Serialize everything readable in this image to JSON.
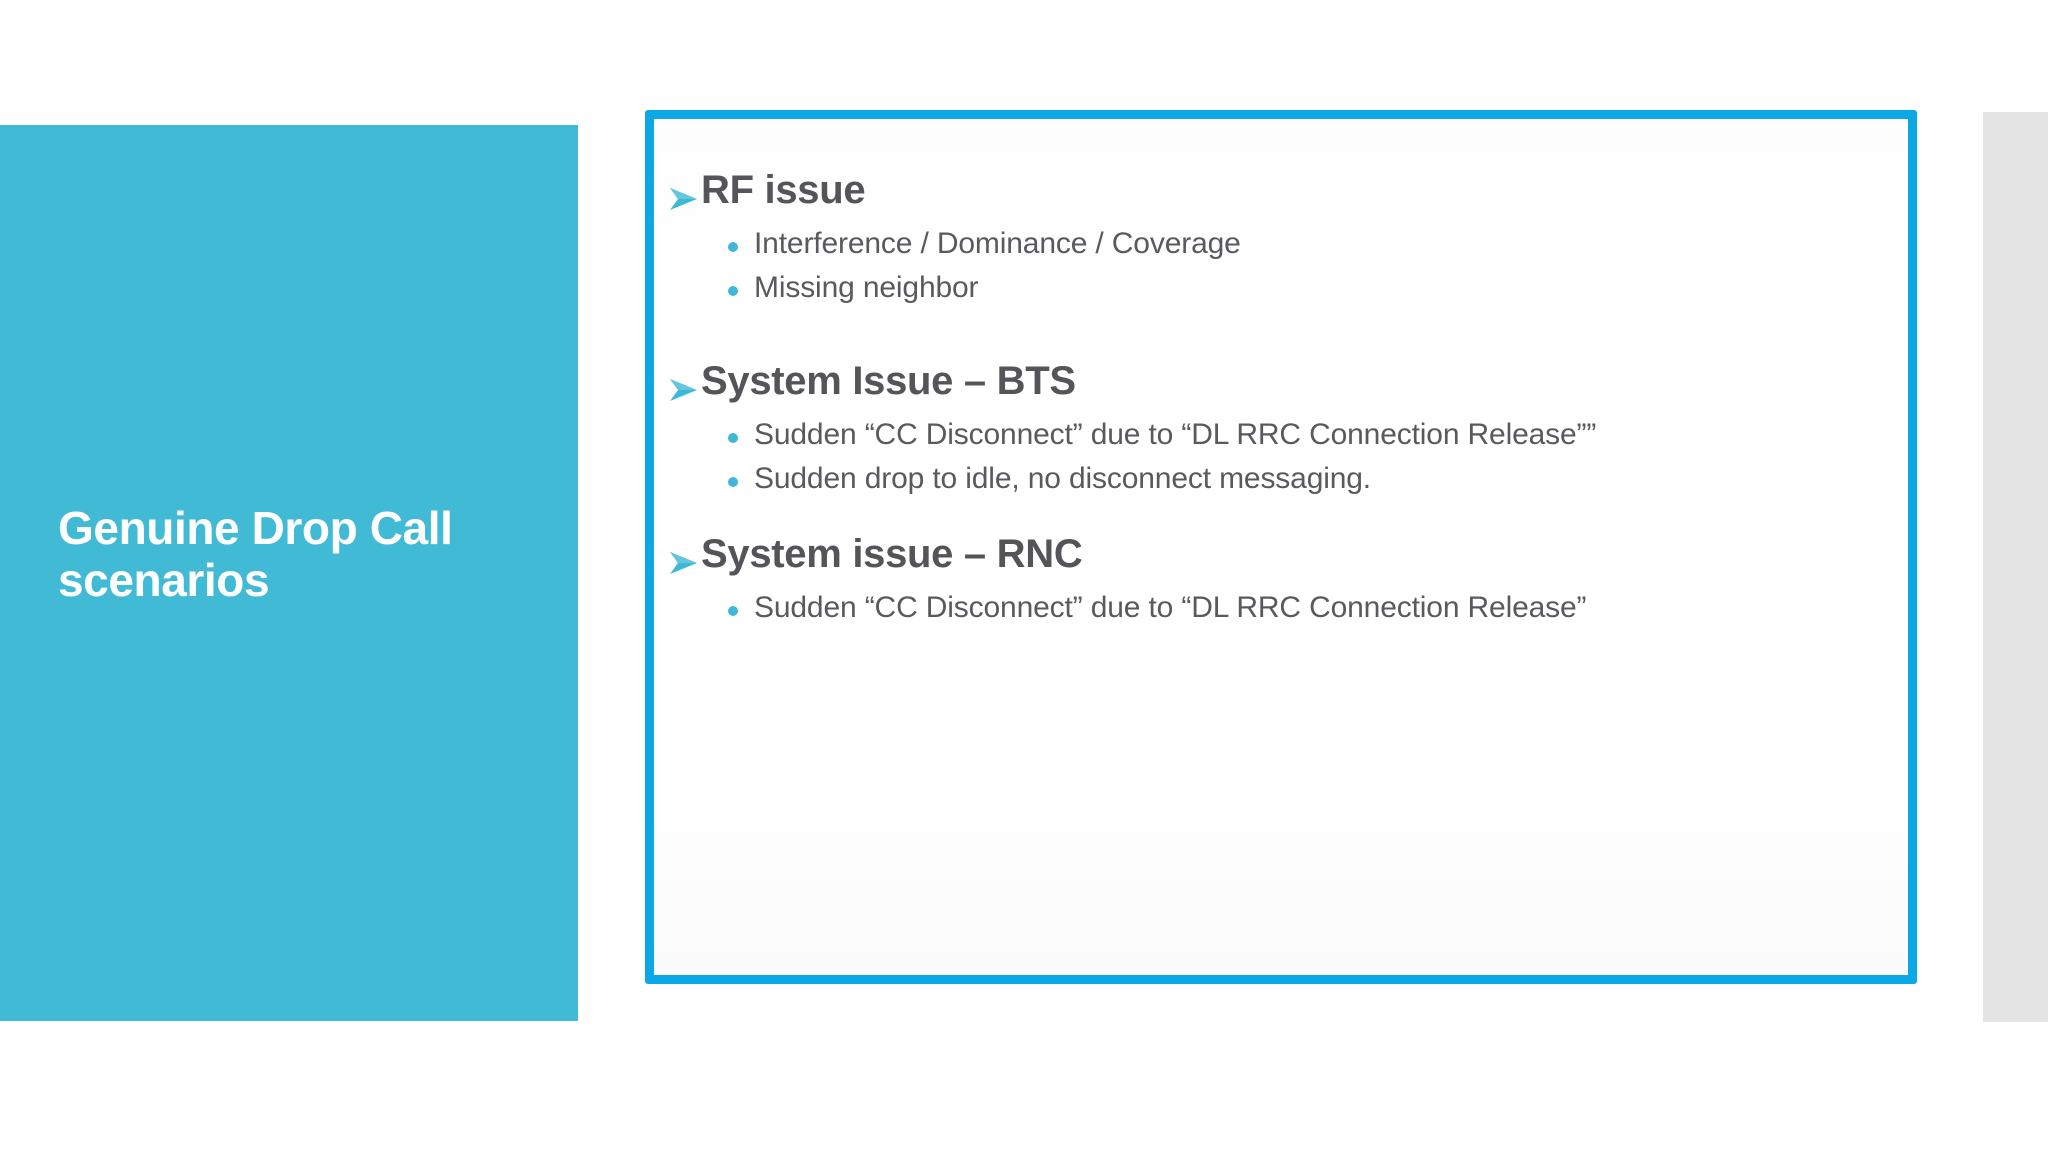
{
  "slide": {
    "title": "Genuine Drop Call scenarios",
    "colors": {
      "title_panel_bg": "#41bbd5",
      "title_text": "#ffffff",
      "content_border": "#0ba8e5",
      "content_bg": "#ffffff",
      "heading_text": "#555559",
      "body_text": "#595a5e",
      "arrow_bullet": "#3fb8d8",
      "dot_bullet": "#3fb8d8",
      "side_strip": "#e4e4e4"
    },
    "icons": {
      "arrow_bullet": "arrow-bullet-icon",
      "dot_bullet": "dot-bullet-icon"
    }
  },
  "content": {
    "groups": [
      {
        "heading": "RF issue",
        "items": [
          "Interference / Dominance / Coverage",
          "Missing neighbor"
        ]
      },
      {
        "heading": "System Issue – BTS",
        "items": [
          "Sudden “CC Disconnect” due to “DL RRC Connection Release””",
          "Sudden drop to idle, no disconnect messaging."
        ]
      },
      {
        "heading": "System issue – RNC",
        "items": [
          "Sudden “CC Disconnect” due to “DL RRC Connection Release”"
        ]
      }
    ]
  }
}
